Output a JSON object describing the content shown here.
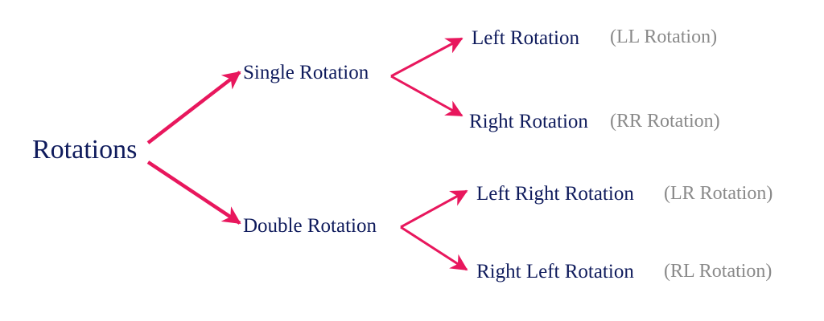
{
  "colors": {
    "text": "#0f1b5c",
    "abbr": "#8a8a8a",
    "arrow": "#e8175d"
  },
  "diagram": {
    "root": {
      "label": "Rotations"
    },
    "single": {
      "label": "Single Rotation",
      "left": {
        "label": "Left Rotation",
        "abbr": "(LL Rotation)"
      },
      "right": {
        "label": "Right Rotation",
        "abbr": "(RR Rotation)"
      }
    },
    "double": {
      "label": "Double Rotation",
      "left_right": {
        "label": "Left Right Rotation",
        "abbr": "(LR Rotation)"
      },
      "right_left": {
        "label": "Right Left Rotation",
        "abbr": "(RL Rotation)"
      }
    }
  }
}
